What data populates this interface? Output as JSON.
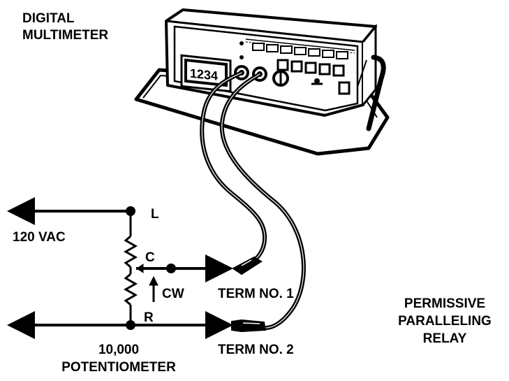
{
  "labels": {
    "meter_line1": "DIGITAL",
    "meter_line2": "MULTIMETER",
    "voltage": "120 VAC",
    "node_l": "L",
    "node_c": "C",
    "cw": "CW",
    "node_r": "R",
    "term1": "TERM NO. 1",
    "term2": "TERM NO. 2",
    "relay_line1": "PERMISSIVE",
    "relay_line2": "PARALLELING",
    "relay_line3": "RELAY",
    "pot_line1": "10,000",
    "pot_line2": "POTENTIOMETER"
  },
  "meter": {
    "display": "1234"
  },
  "colors": {
    "ink": "#000000",
    "paper": "#ffffff",
    "case_shade": "#d8d8d8"
  }
}
